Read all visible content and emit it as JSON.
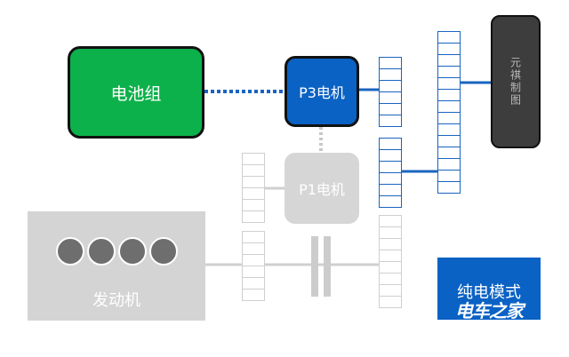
{
  "nodes": {
    "battery": "电池组",
    "p3_motor": "P3电机",
    "p1_motor": "P1电机",
    "engine": "发动机",
    "controller": "元祺制图"
  },
  "mode": "纯电模式",
  "watermark": "电车之家",
  "colors": {
    "active_blue": "#0a62c4",
    "battery_green": "#0db14b",
    "inactive_gray": "#d4d4d4",
    "controller_dark": "#3d3d3d",
    "active_line": "#1a64c0"
  }
}
